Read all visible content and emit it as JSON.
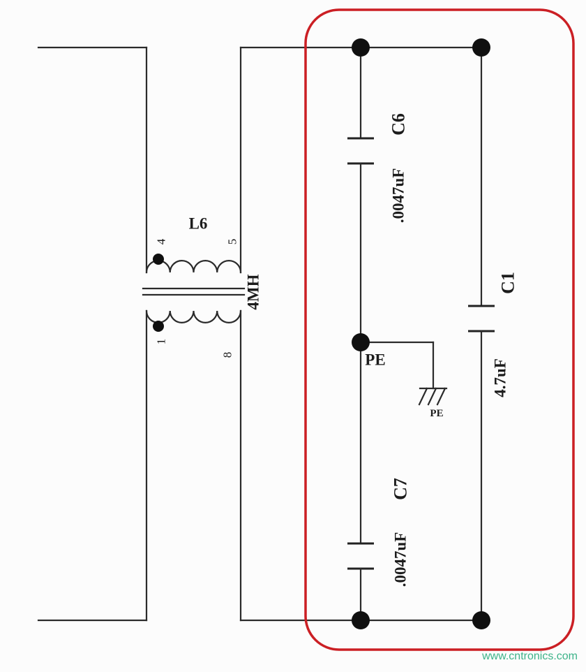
{
  "schematic": {
    "choke": {
      "ref": "L6",
      "value": "4MH",
      "pin_top_left": "4",
      "pin_top_right": "5",
      "pin_bottom_left": "1",
      "pin_bottom_right": "8"
    },
    "cap_c6": {
      "ref": "C6",
      "value": ".0047uF"
    },
    "cap_c1": {
      "ref": "C1",
      "value": "4.7uF"
    },
    "cap_c7": {
      "ref": "C7",
      "value": ".0047uF"
    },
    "pe_junction_label": "PE",
    "pe_ground_label": "PE",
    "highlight_color": "#cb1f24",
    "wire_color": "#2b2b2b"
  },
  "watermark": {
    "text": "www.cntronics.com",
    "color": "#3db389"
  }
}
